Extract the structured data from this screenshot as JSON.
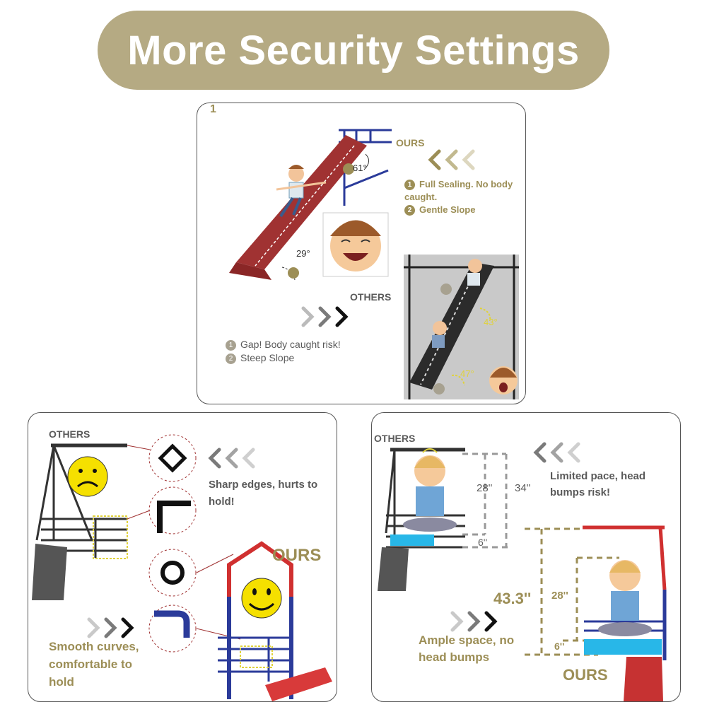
{
  "banner": {
    "title": "More Security Settings"
  },
  "top_panel": {
    "ours_label": "OURS",
    "ours_points": [
      "Full Sealing. No body caught.",
      "Gentle Slope"
    ],
    "others_label": "OTHERS",
    "others_points": [
      "Gap!   Body caught risk!",
      "Steep Slope"
    ],
    "angle_ours_top": "61°",
    "angle_ours_bottom": "29°",
    "angle_others_top": "43°",
    "angle_others_bottom": "47°",
    "marker_1": "1",
    "marker_2": "2"
  },
  "left_panel": {
    "others_label": "OTHERS",
    "others_text": "Sharp edges, hurts to hold!",
    "ours_label": "OURS",
    "ours_text": "Smooth curves, comfortable to hold"
  },
  "right_panel": {
    "others_label": "OTHERS",
    "others_text": "Limited pace, head bumps risk!",
    "dim_28_others": "28''",
    "dim_34_others": "34''",
    "dim_6_others": "6''",
    "dim_total_ours": "43.3''",
    "dim_28_ours": "28''",
    "dim_6_ours": "6''",
    "ours_text": "Ample space, no head bumps",
    "ours_label": "OURS"
  },
  "colors": {
    "banner": "#b5aa83",
    "gold": "#9c8e56",
    "slide_red": "#a03232",
    "frame_blue": "#2b3b9a"
  }
}
